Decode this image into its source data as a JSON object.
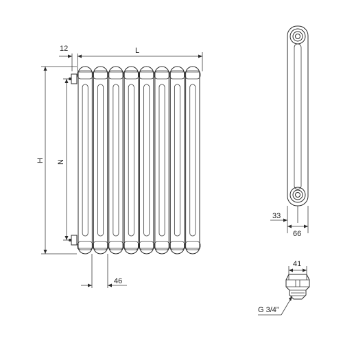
{
  "front_view": {
    "dim_offset": "12",
    "dim_length": "L",
    "dim_height": "H",
    "dim_axis": "N",
    "dim_spacing": "46",
    "column_count": 8
  },
  "side_view": {
    "dim_offset": "33",
    "dim_depth": "66"
  },
  "connection_detail": {
    "dim_width": "41",
    "thread_label": "G 3/4”"
  },
  "colors": {
    "line": "#2a2a2a",
    "background": "#ffffff"
  }
}
